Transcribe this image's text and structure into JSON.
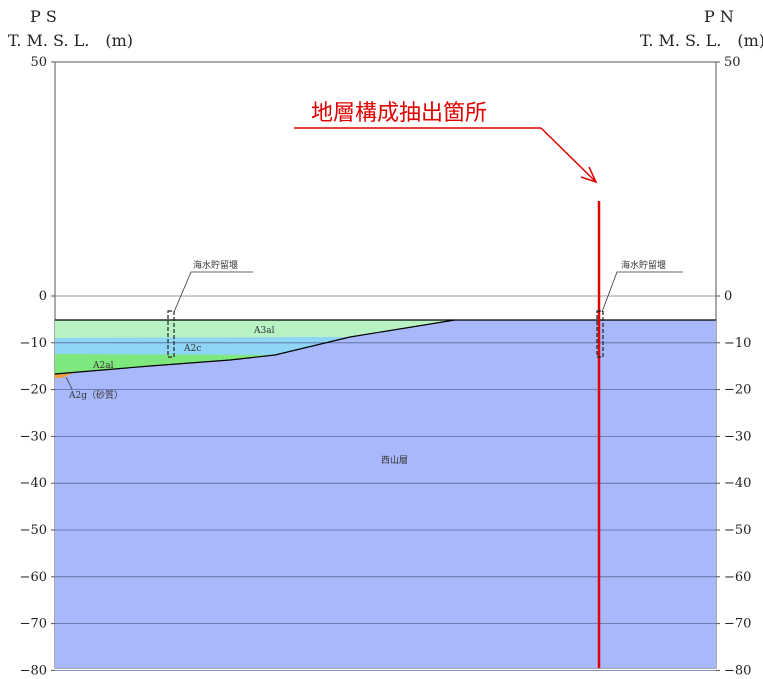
{
  "header": {
    "left_code": "P S",
    "right_code": "P N",
    "left_units": "T. M. S. L.　(m)",
    "right_units": "T. M. S. L.　(m)"
  },
  "axis": {
    "ticks": [
      50,
      0,
      -10,
      -20,
      -30,
      -40,
      -50,
      -60,
      -70,
      -80
    ],
    "tick_labels": [
      "50",
      "0",
      "−10",
      "−20",
      "−30",
      "−40",
      "−50",
      "−60",
      "−70",
      "−80"
    ]
  },
  "strata": {
    "a3al": "A3al",
    "a2c": "A2c",
    "a2al": "A2al",
    "a2g": "A2g（砂質）",
    "nishiyama": "西山層"
  },
  "structures": {
    "left_wall": "海水貯留堰",
    "right_wall": "海水貯留堰"
  },
  "callout": {
    "text": "地層構成抽出箇所"
  },
  "colors": {
    "nishiyama": "#a9b8fb",
    "a3al": "#b6f2c3",
    "a2c": "#8fd6f6",
    "a2al": "#7ee87e",
    "a2g": "#f0a040",
    "callout_red": "#e00000",
    "gridline": "#5a6a9a"
  }
}
